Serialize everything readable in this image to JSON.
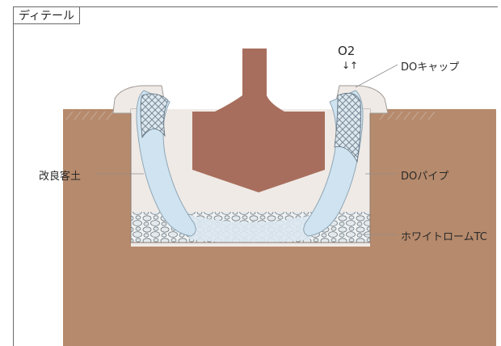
{
  "header": {
    "tag": "ディテール"
  },
  "labels": {
    "o2": "O2",
    "o2_arrows": "↓↑",
    "do_cap": "DOキャップ",
    "soil": "改良客土",
    "do_pipe": "DOパイプ",
    "whitelom": "ホワイトロームTC"
  },
  "colors": {
    "ground": "#b68a6c",
    "trunk": "#a86e5d",
    "soil_fill": "#efeae6",
    "pipe": "#cfe3f0",
    "stone": "#e9eef0"
  }
}
